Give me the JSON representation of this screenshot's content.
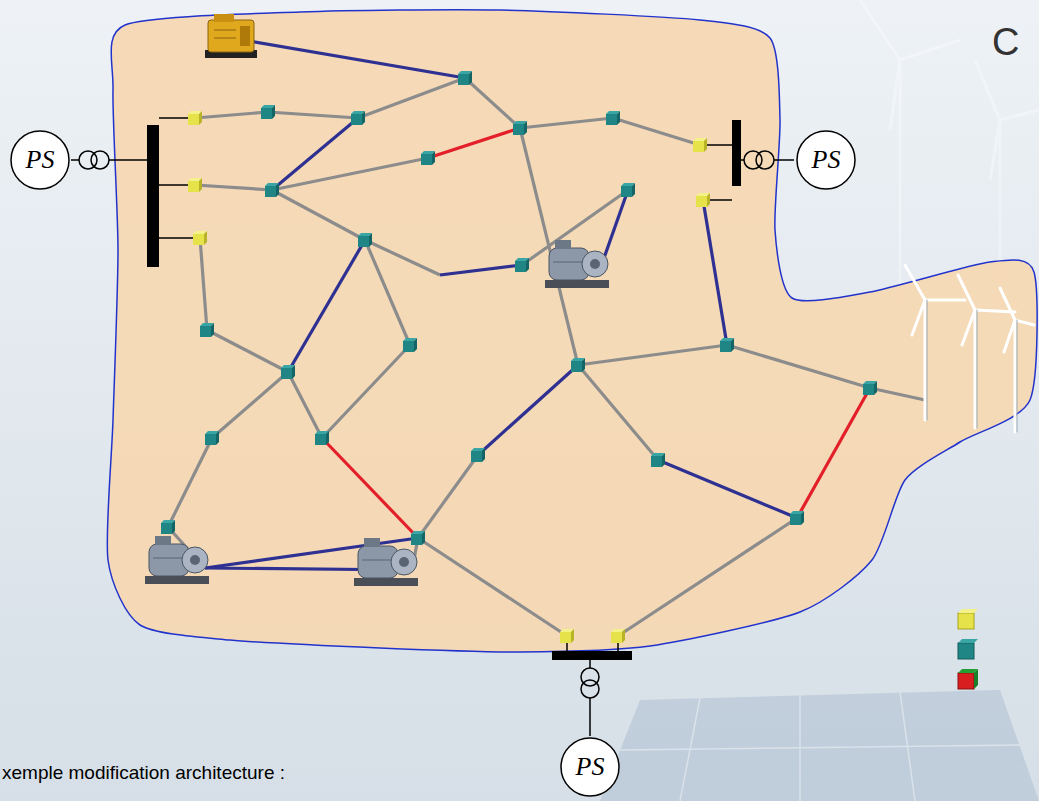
{
  "diagram": {
    "nodes": [
      {
        "text": [
          "PS"
        ]
      },
      {
        "text": [
          "PS"
        ]
      },
      {
        "text": [
          "PS"
        ]
      }
    ],
    "labels": [
      "C",
      "xemple modification architecture :"
    ]
  }
}
